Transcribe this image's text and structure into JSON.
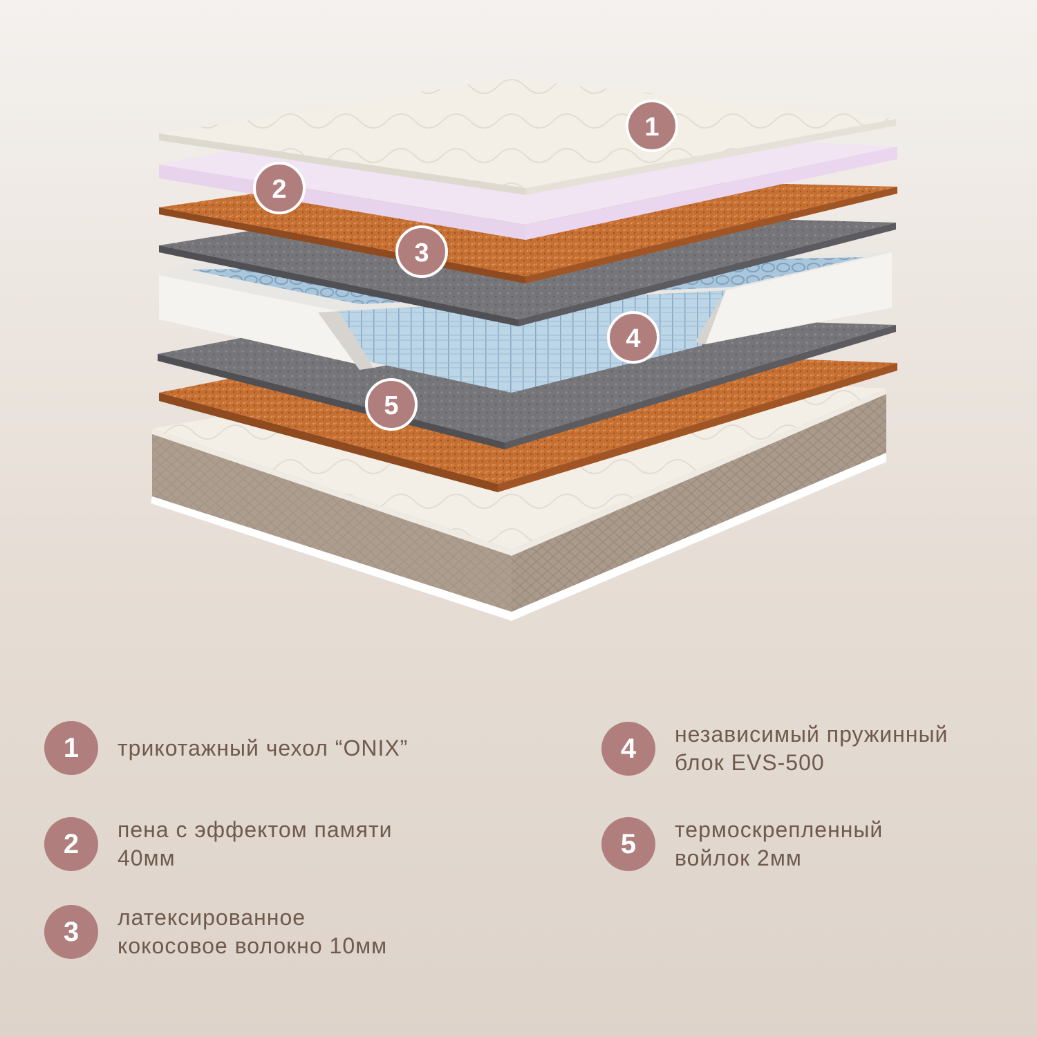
{
  "colors": {
    "badge": "#b07e7d",
    "text": "#6f5a4d",
    "cover": "#f3efe6",
    "memory_foam": "#f1e4f3",
    "coconut": "#c56f33",
    "felt": "#77777a",
    "springs": "#a9c6dc",
    "base": "#a99a8b"
  },
  "layers": [
    {
      "number": "1",
      "label": "трикотажный чехол “ONIX”"
    },
    {
      "number": "2",
      "label": "пена с эффектом памяти\n40мм"
    },
    {
      "number": "3",
      "label": "латексированное\nкокосовое волокно 10мм"
    },
    {
      "number": "4",
      "label": "независимый пружинный\nблок EVS-500"
    },
    {
      "number": "5",
      "label": "термоскрепленный\nвойлок 2мм"
    }
  ]
}
